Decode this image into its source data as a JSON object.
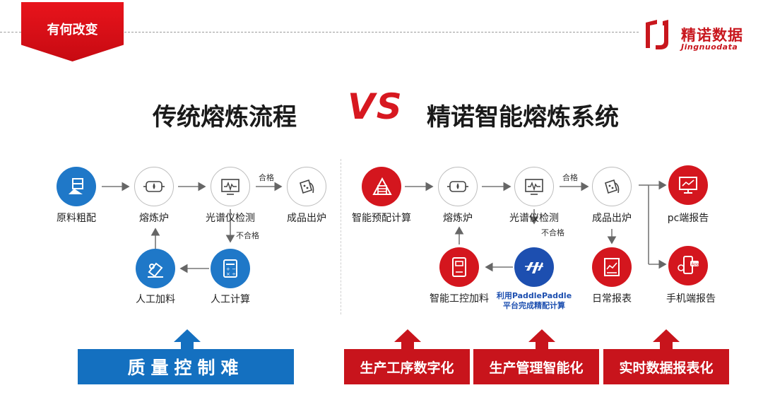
{
  "header": {
    "tag": "有何改变"
  },
  "logo": {
    "cn": "精诺数据",
    "en": "Jingnuodata"
  },
  "headline": {
    "left": "传统熔炼流程",
    "vs": "VS",
    "right": "精诺智能熔炼系统"
  },
  "traditional": {
    "raw": "原料粗配",
    "furnace": "熔炼炉",
    "spectro": "光谱仪检测",
    "product": "成品出炉",
    "manual_add": "人工加料",
    "manual_calc": "人工计算",
    "pass": "合格",
    "fail": "不合格"
  },
  "smart": {
    "precalc": "智能预配计算",
    "furnace": "熔炼炉",
    "spectro": "光谱仪检测",
    "product": "成品出炉",
    "pc_report": "pc端报告",
    "auto_add": "智能工控加料",
    "paddle_line1": "利用PaddlePaddle",
    "paddle_line2": "平台完成精配计算",
    "daily": "日常报表",
    "mobile": "手机端报告",
    "pass": "合格",
    "fail": "不合格",
    "app_badge": "App"
  },
  "bars": {
    "quality": "质量控制难",
    "digital": "生产工序数字化",
    "smart_mgmt": "生产管理智能化",
    "realtime": "实时数据报表化"
  },
  "colors": {
    "red": "#d4161e",
    "blue": "#1f78c8"
  }
}
